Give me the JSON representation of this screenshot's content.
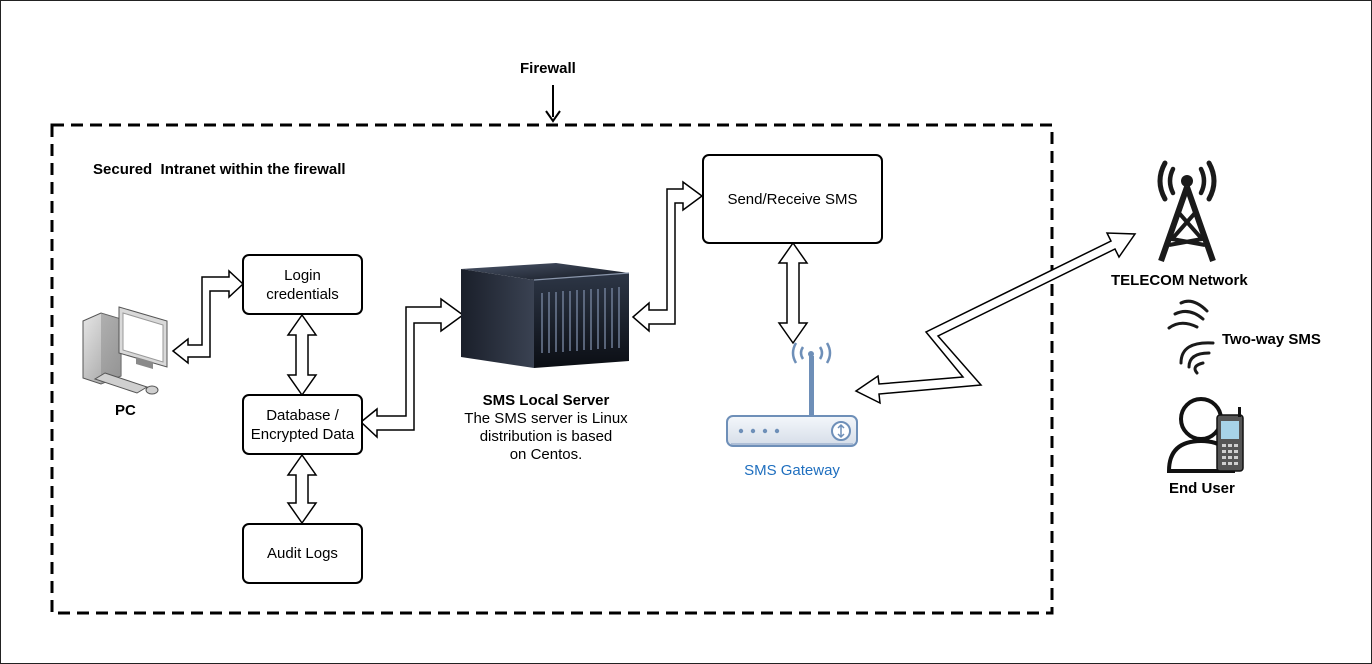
{
  "firewall": {
    "label": "Firewall"
  },
  "intranet": {
    "label": "Secured  Intranet within the firewall"
  },
  "pc": {
    "label": "PC",
    "icon": "desktop-computer-icon"
  },
  "boxes": {
    "login": [
      "Login",
      "credentials"
    ],
    "database": [
      "Database /",
      "Encrypted Data"
    ],
    "audit": "Audit Logs",
    "send_receive": "Send/Receive SMS"
  },
  "server": {
    "title": "SMS Local Server",
    "description": [
      "The SMS server is Linux",
      "distribution is based",
      "on Centos."
    ],
    "icon": "rack-server-icon"
  },
  "gateway": {
    "label": "SMS Gateway",
    "label_color": "#1f6fbf",
    "icon": "wifi-router-icon"
  },
  "telecom": {
    "label": "TELECOM Network",
    "icon": "cell-tower-icon"
  },
  "two_way": {
    "label": "Two-way SMS",
    "icon": "signal-waves-icon"
  },
  "end_user": {
    "label": "End User",
    "icon": "user-with-phone-icon"
  },
  "colors": {
    "stroke": "#000000",
    "gateway_icon": "#6e8fb8",
    "server_body": "#1c2230"
  }
}
